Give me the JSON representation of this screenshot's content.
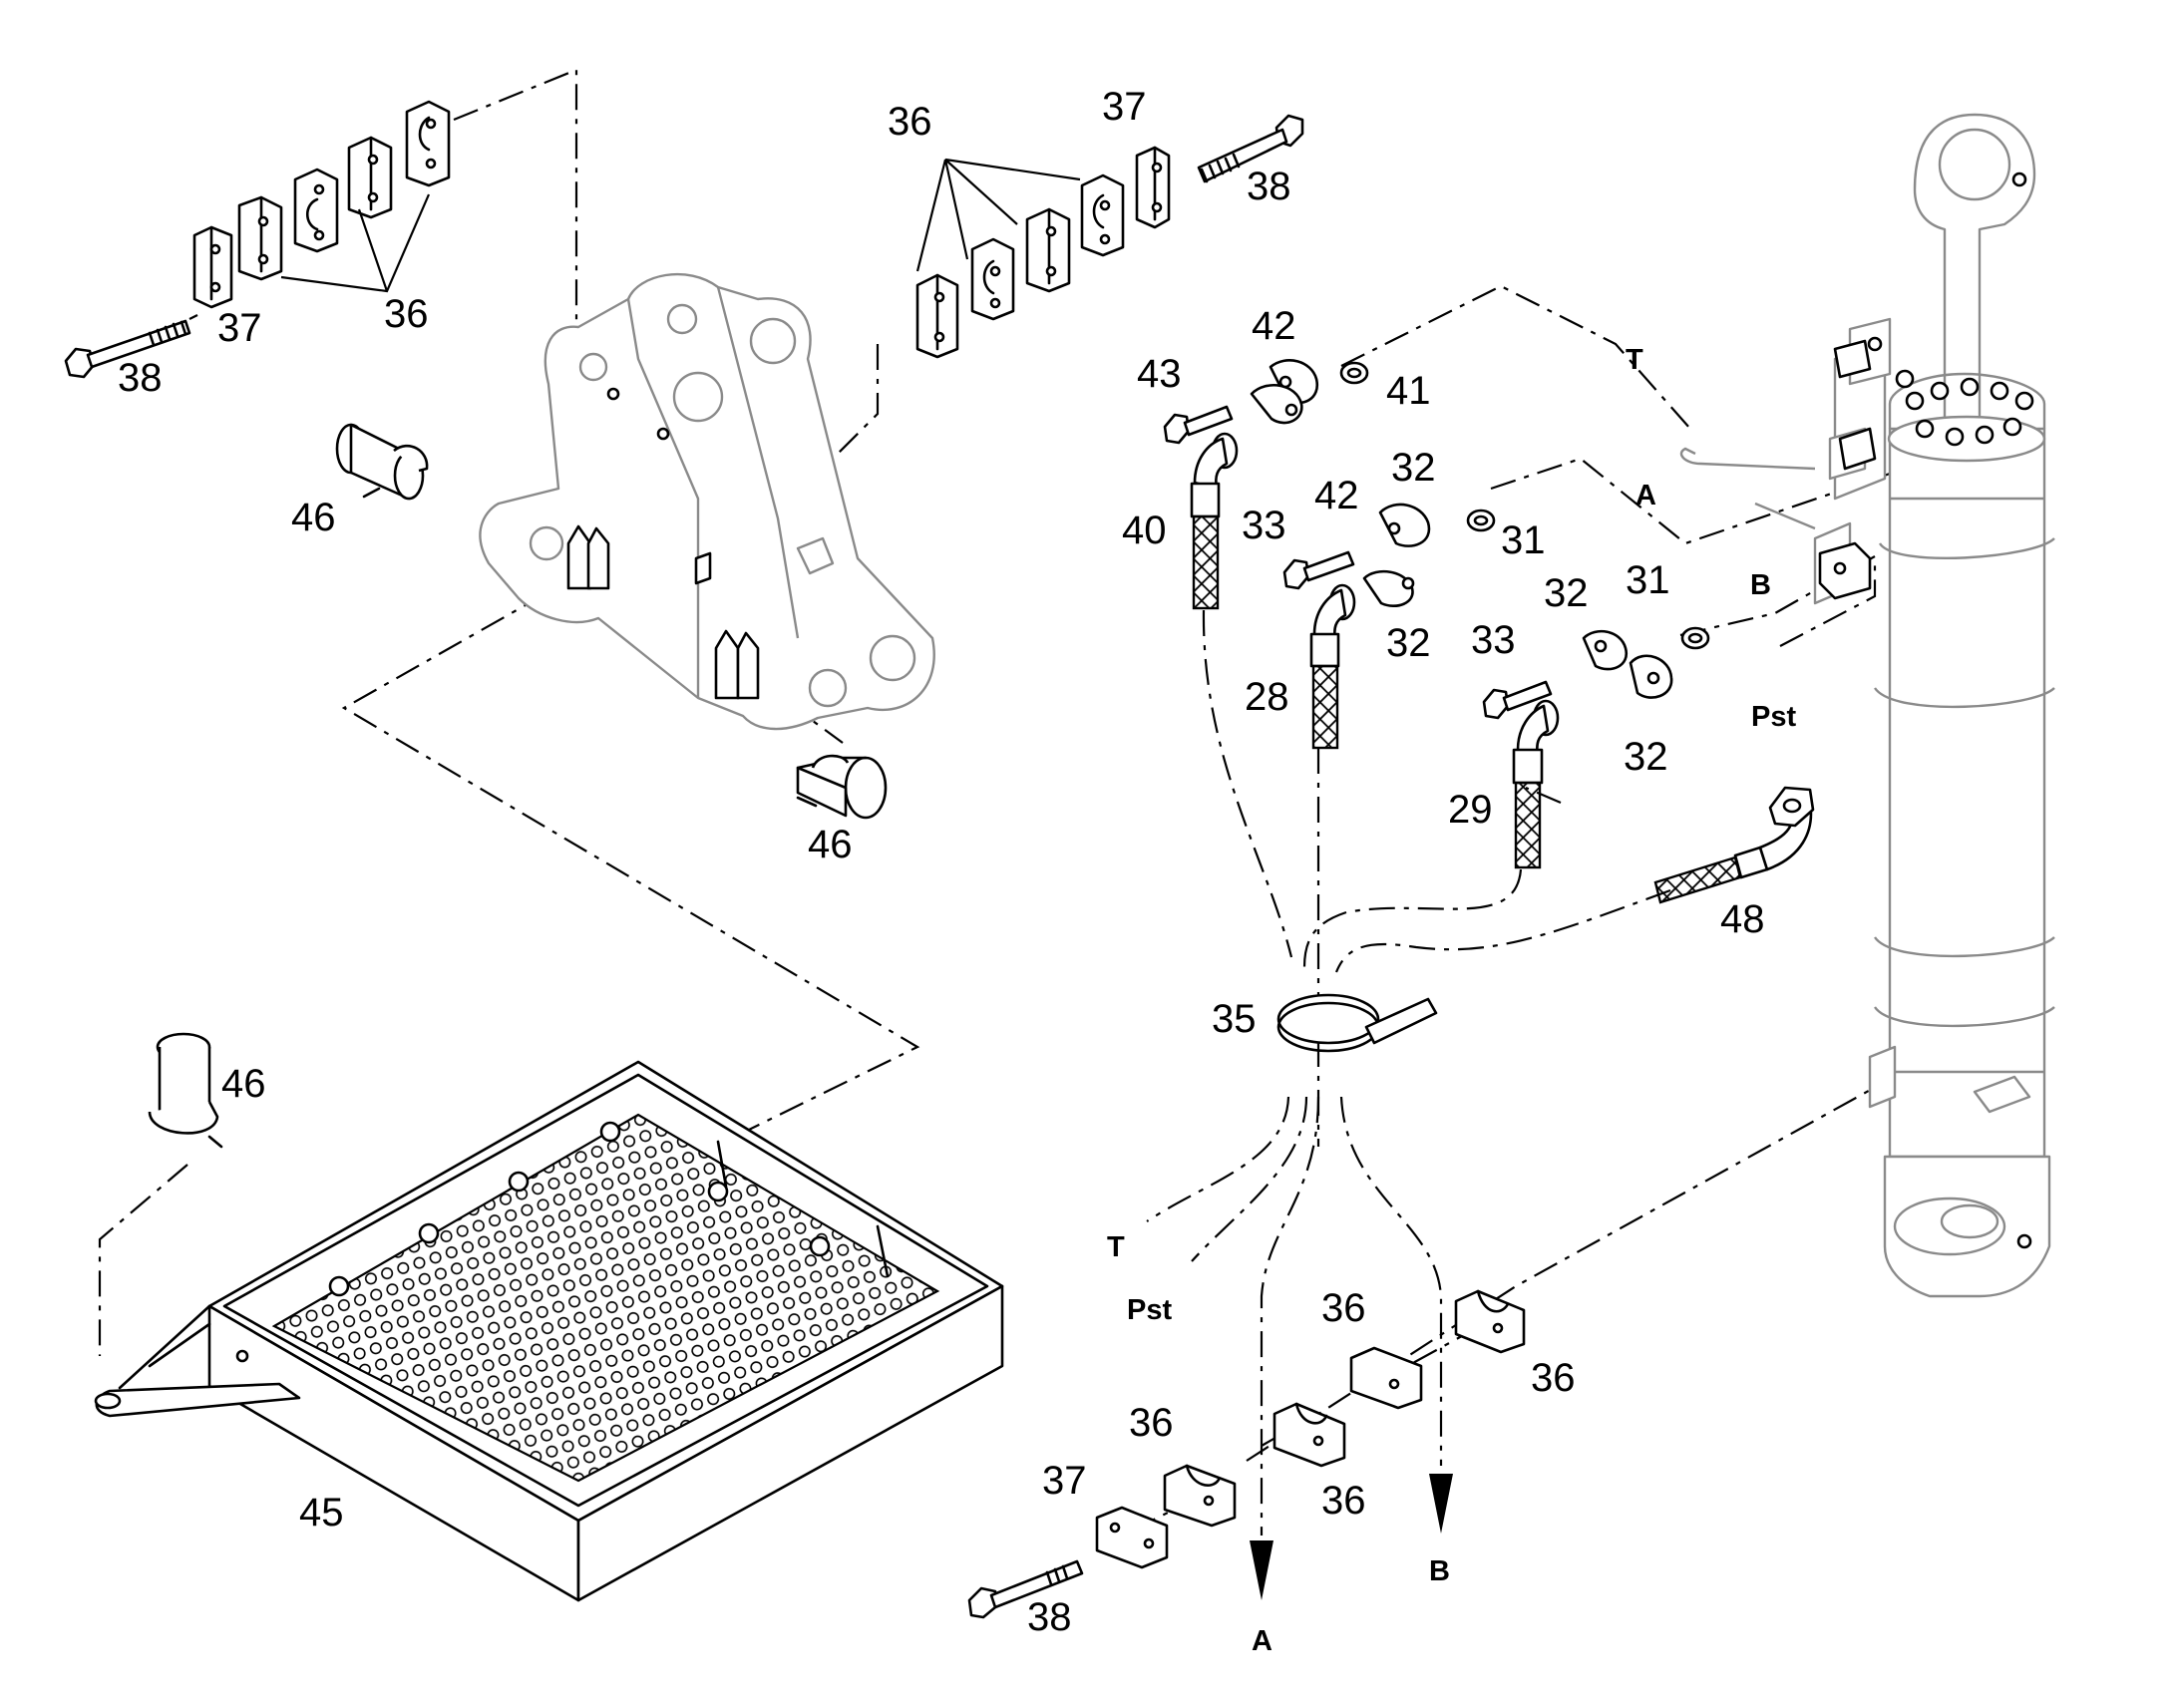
{
  "callouts": {
    "c28": "28",
    "c29": "29",
    "c31a": "31",
    "c31b": "31",
    "c32a": "32",
    "c32b": "32",
    "c32c": "32",
    "c32d": "32",
    "c33a": "33",
    "c33b": "33",
    "c35": "35",
    "c36a": "36",
    "c36b": "36",
    "c36c": "36",
    "c36d": "36",
    "c36e": "36",
    "c36f": "36",
    "c37a": "37",
    "c37b": "37",
    "c37c": "37",
    "c38a": "38",
    "c38b": "38",
    "c38c": "38",
    "c40": "40",
    "c41": "41",
    "c42a": "42",
    "c42b": "42",
    "c43": "43",
    "c45": "45",
    "c46a": "46",
    "c46b": "46",
    "c46c": "46",
    "c48": "48"
  },
  "ports": {
    "T_top": "T",
    "A_top": "A",
    "B_top": "B",
    "Pst_right": "Pst",
    "T_bottom": "T",
    "Pst_bottom": "Pst",
    "A_arrow": "A",
    "B_arrow": "B"
  }
}
